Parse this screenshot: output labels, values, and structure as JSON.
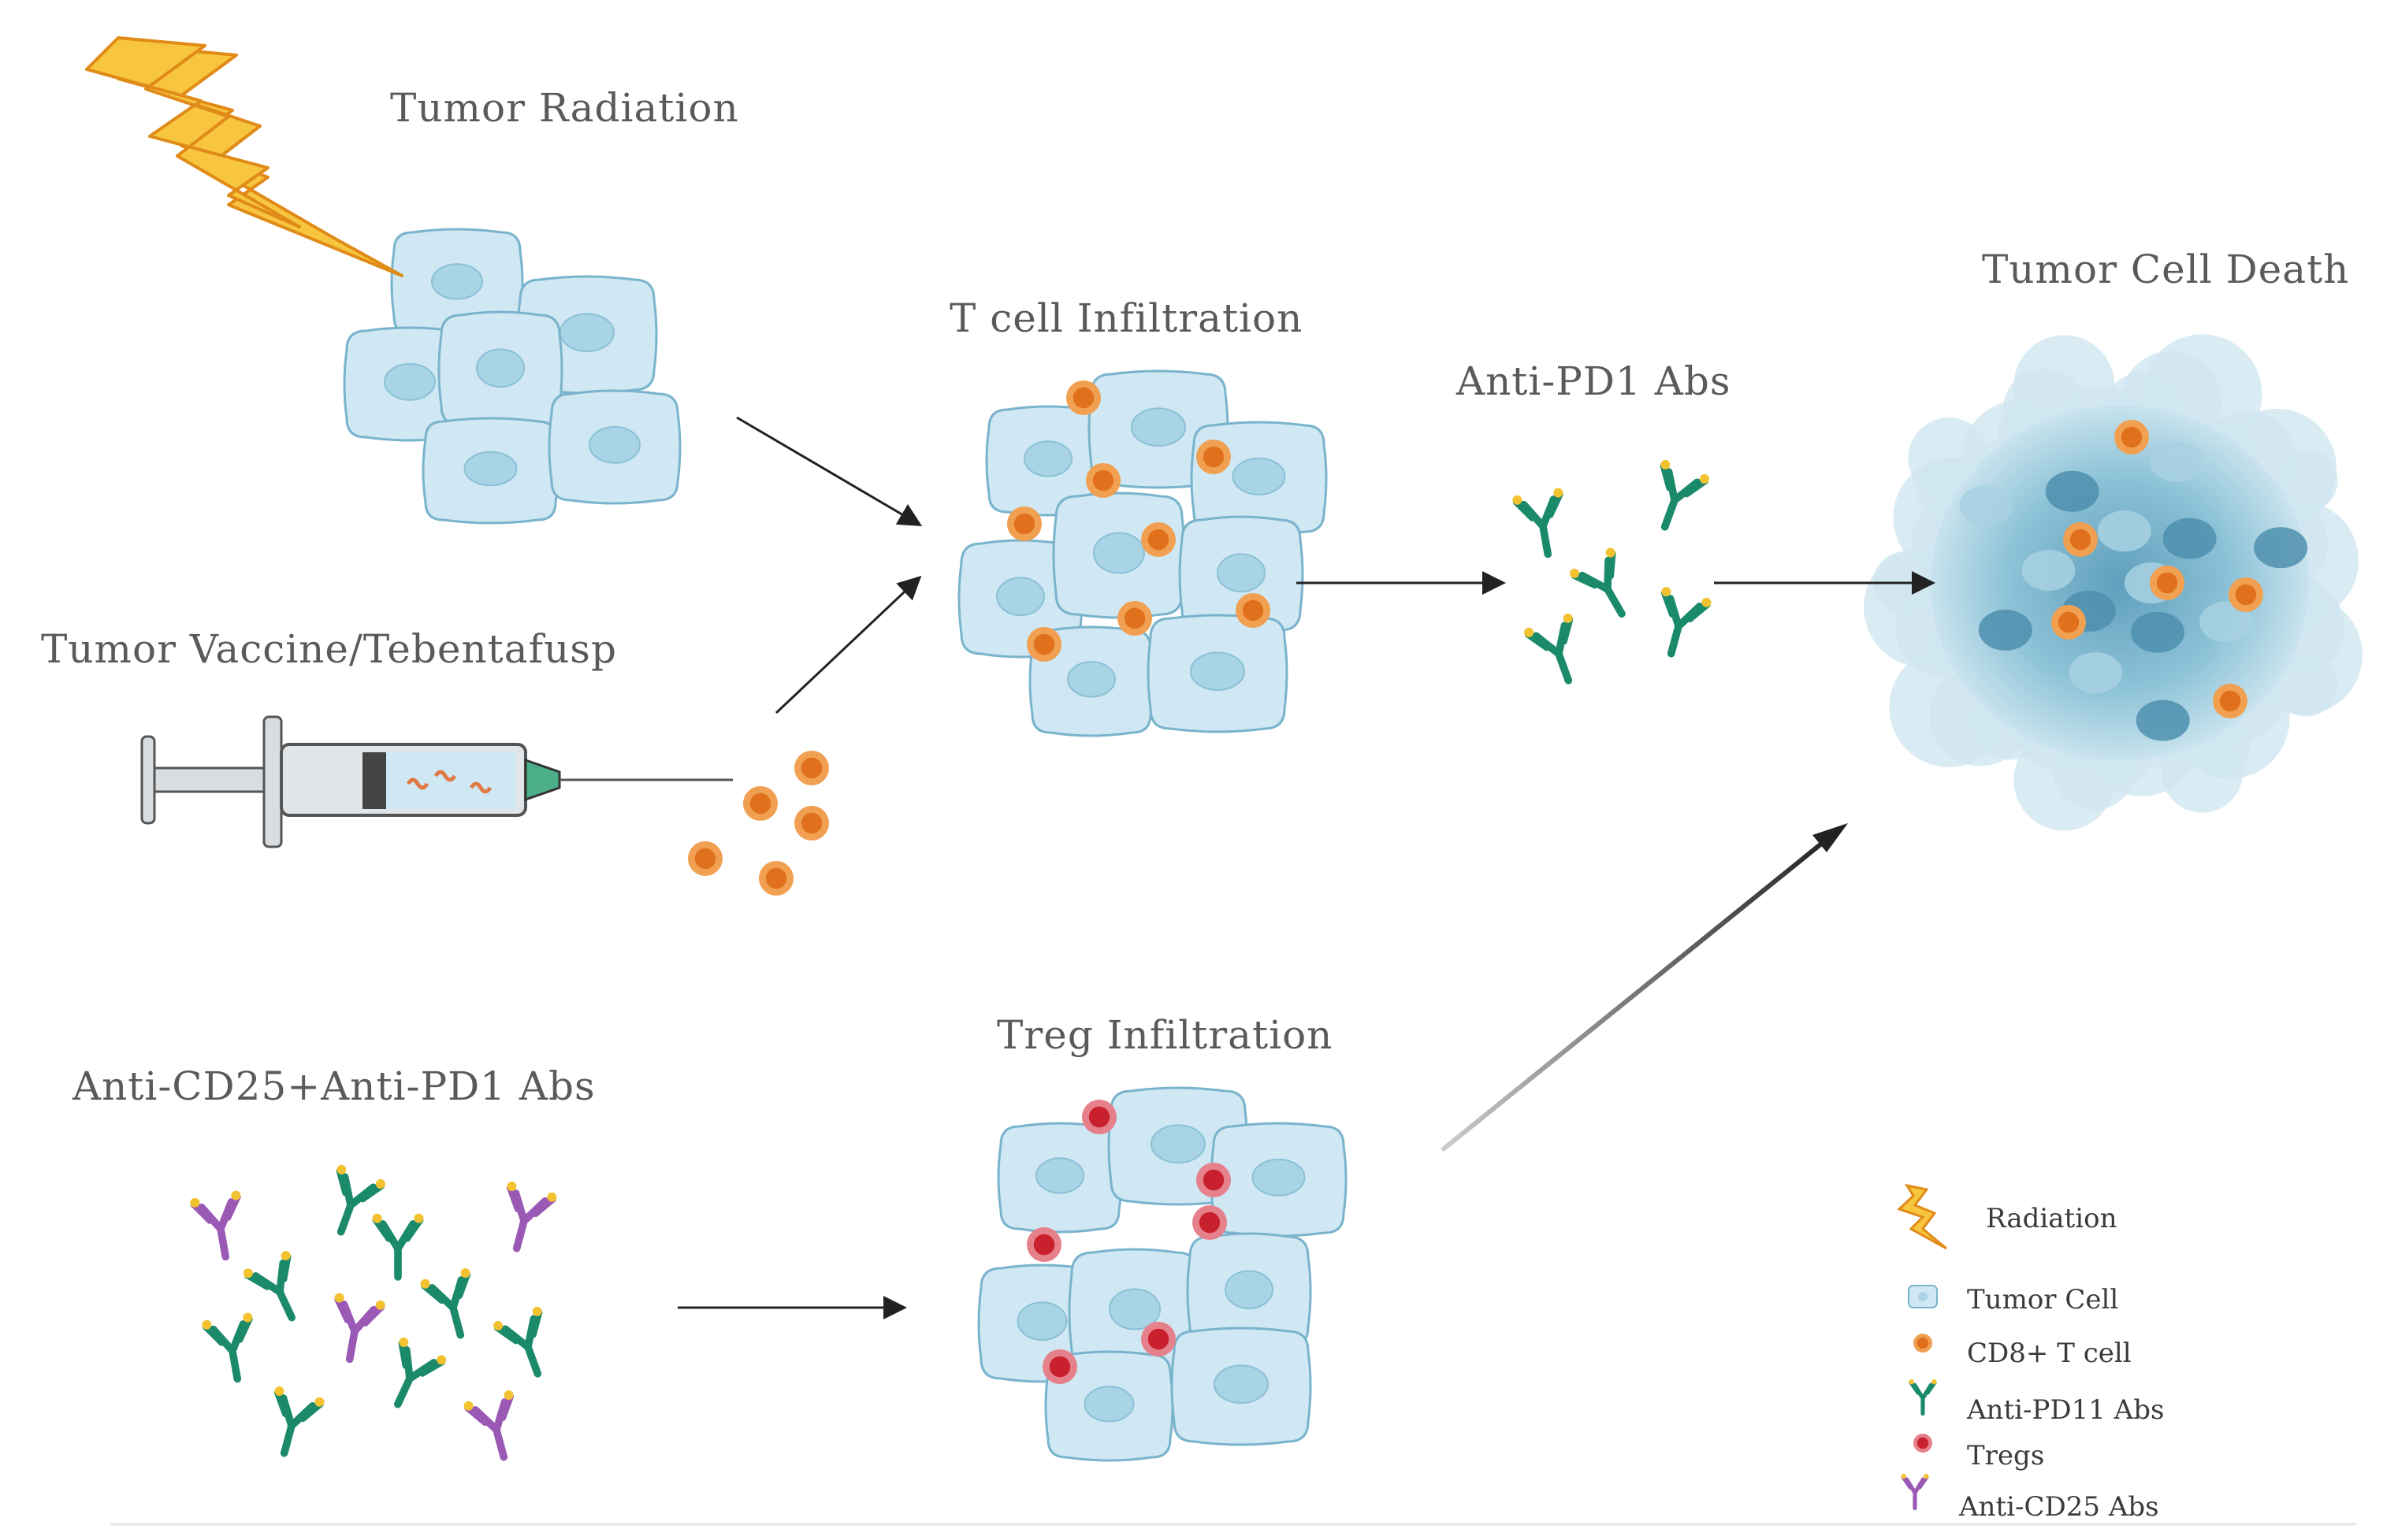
{
  "labels": {
    "tumor_radiation": "Tumor Radiation",
    "tumor_vaccine": "Tumor Vaccine/Tebentafusp",
    "anti_cd25_pd1": "Anti-CD25+Anti-PD1 Abs",
    "t_cell_infiltration": "T cell Infiltration",
    "treg_infiltration": "Treg Infiltration",
    "anti_pd1_abs": "Anti-PD1 Abs",
    "tumor_cell_death": "Tumor Cell Death"
  },
  "legend": {
    "radiation": "Radiation",
    "tumor_cell": "Tumor Cell",
    "cd8_t_cell": "CD8+ T cell",
    "anti_pd11": "Anti-PD11 Abs",
    "tregs": "Tregs",
    "anti_cd25": "Anti-CD25 Abs"
  },
  "colors": {
    "tumor_cell_fill": "#cfe8f3",
    "tumor_cell_stroke": "#7ab3cc",
    "nucleus": "#a9d4e6",
    "cd8_outer": "#f0a050",
    "cd8_inner": "#e0701c",
    "treg_outer": "#e6808a",
    "treg_inner": "#c8202c",
    "antibody_pd1": "#1b8a6b",
    "antibody_cd25": "#9b59b6",
    "antibody_tip": "#f2c230",
    "bolt_fill": "#f7c63e",
    "bolt_stroke": "#e08a18",
    "arrow": "#222222",
    "death_dark": "#5fa3c0",
    "death_light": "#cfe6f0"
  },
  "icons": [
    "lightning-bolt-icon",
    "tumor-cell-icon",
    "cd8-t-cell-icon",
    "antibody-icon",
    "treg-icon",
    "syringe-icon"
  ]
}
